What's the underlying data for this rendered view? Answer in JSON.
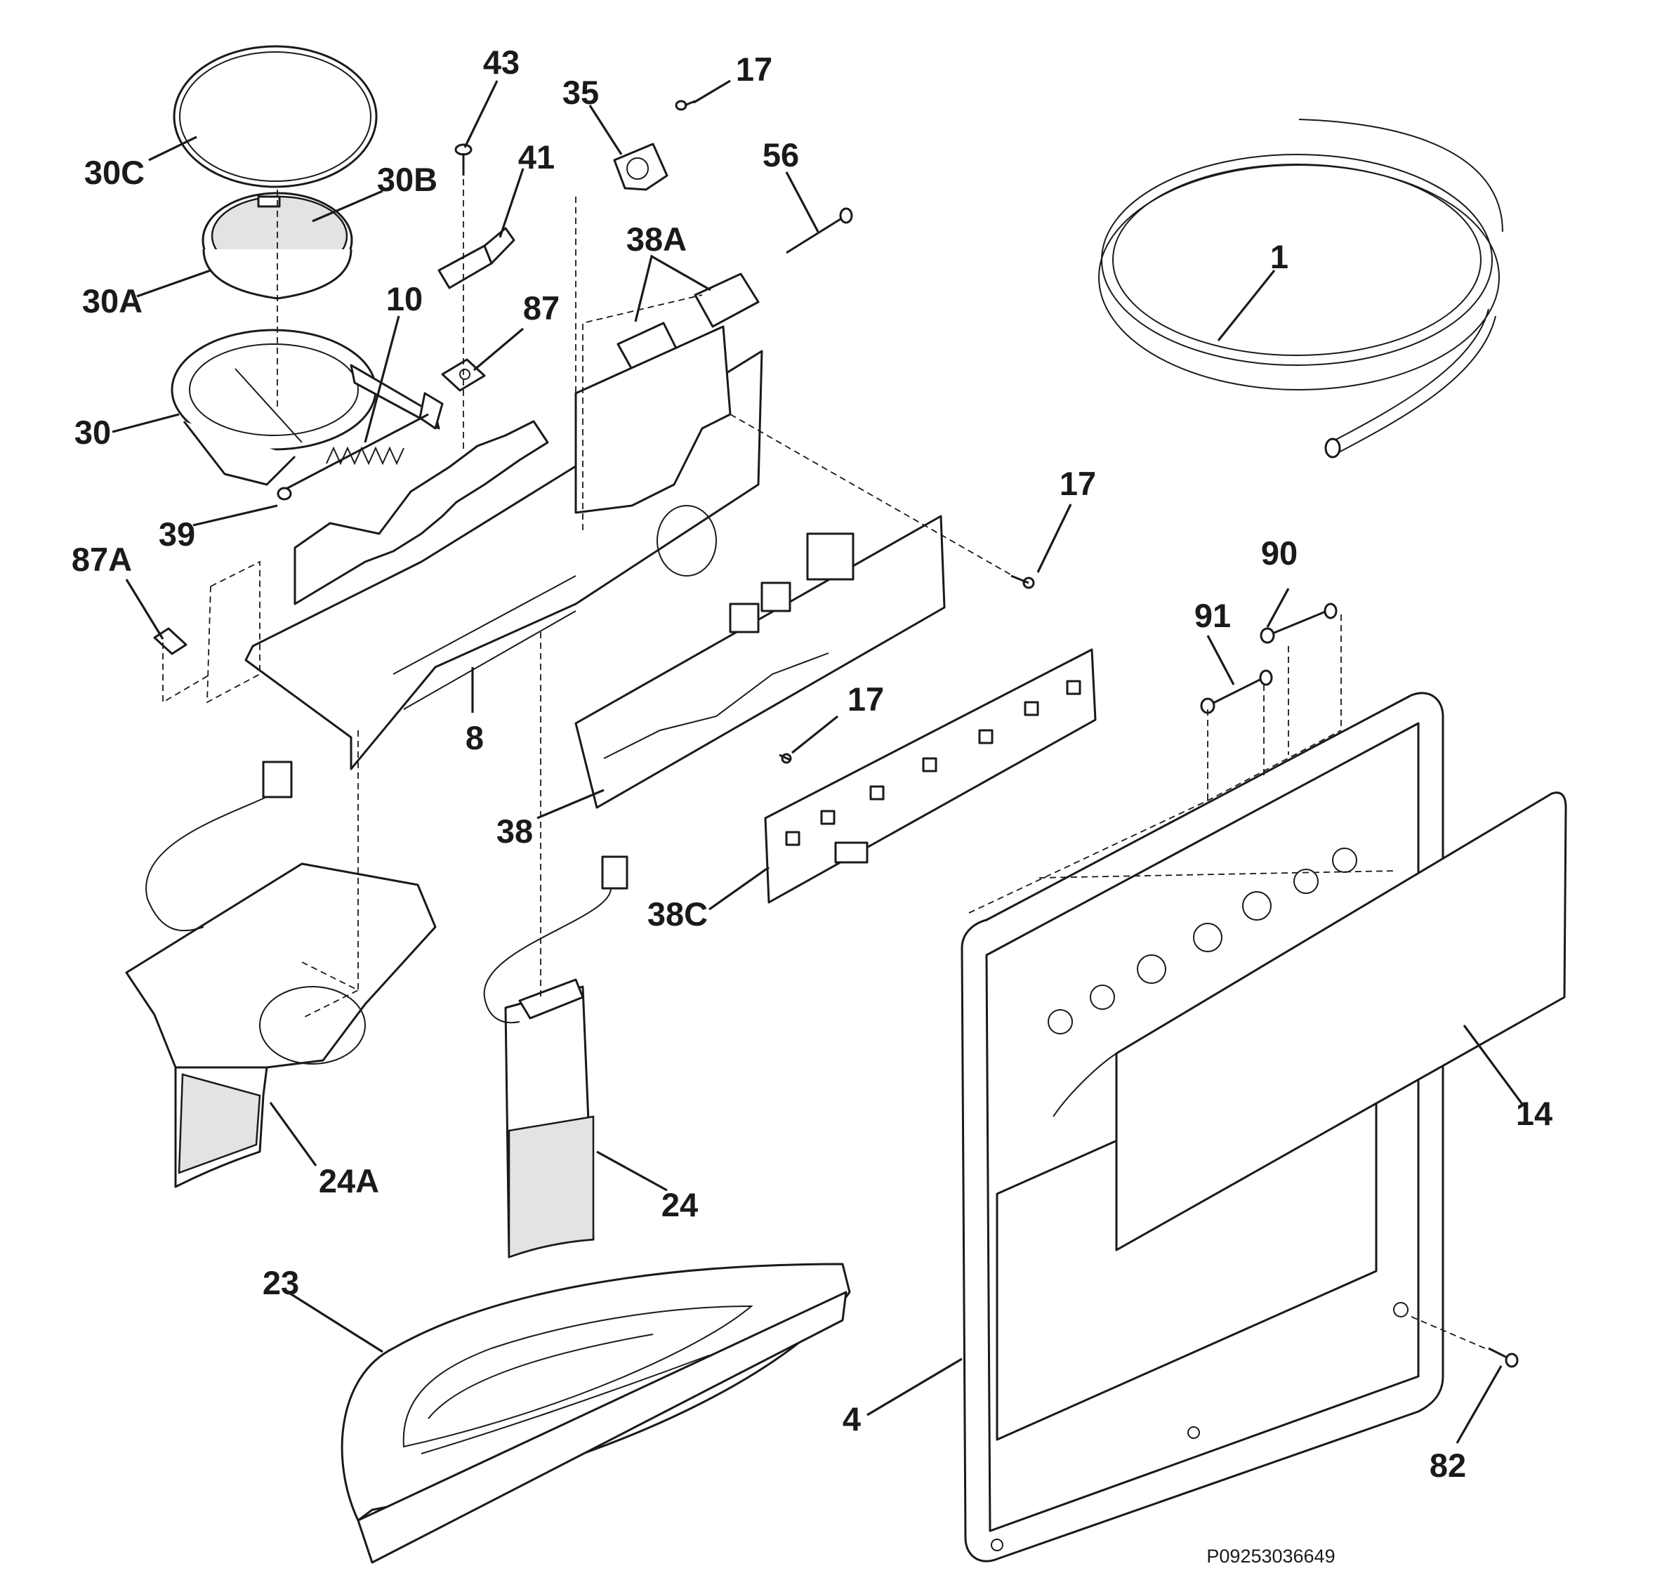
{
  "diagram": {
    "type": "exploded parts diagram",
    "document_id": "P09253036649",
    "callouts": [
      {
        "id": "p43",
        "label": "43"
      },
      {
        "id": "p17a",
        "label": "17"
      },
      {
        "id": "p35",
        "label": "35"
      },
      {
        "id": "p30c",
        "label": "30C"
      },
      {
        "id": "p41",
        "label": "41"
      },
      {
        "id": "p56",
        "label": "56"
      },
      {
        "id": "p30b",
        "label": "30B"
      },
      {
        "id": "p38a",
        "label": "38A"
      },
      {
        "id": "p30a",
        "label": "30A"
      },
      {
        "id": "p1",
        "label": "1"
      },
      {
        "id": "p10",
        "label": "10"
      },
      {
        "id": "p87",
        "label": "87"
      },
      {
        "id": "p30",
        "label": "30"
      },
      {
        "id": "p17b",
        "label": "17"
      },
      {
        "id": "p39",
        "label": "39"
      },
      {
        "id": "p90",
        "label": "90"
      },
      {
        "id": "p87a",
        "label": "87A"
      },
      {
        "id": "p91",
        "label": "91"
      },
      {
        "id": "p17c",
        "label": "17"
      },
      {
        "id": "p8",
        "label": "8"
      },
      {
        "id": "p38",
        "label": "38"
      },
      {
        "id": "p38c",
        "label": "38C"
      },
      {
        "id": "p14",
        "label": "14"
      },
      {
        "id": "p24a",
        "label": "24A"
      },
      {
        "id": "p24",
        "label": "24"
      },
      {
        "id": "p23",
        "label": "23"
      },
      {
        "id": "p4",
        "label": "4"
      },
      {
        "id": "p82",
        "label": "82"
      }
    ]
  }
}
